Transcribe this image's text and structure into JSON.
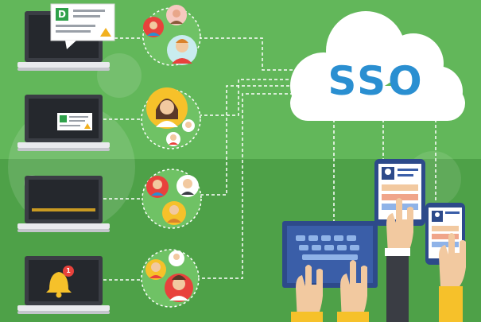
{
  "banner": {
    "cloud_label": "SSO",
    "doc_badge_letter": "D",
    "notification_count": "1",
    "colors": {
      "background_top": "#62b75a",
      "background_bottom": "#4ea148",
      "cloud": "#ffffff",
      "sso_text": "#2a8fd1",
      "laptop_body": "#3a3d44",
      "doc_badge": "#2fa14a",
      "warning": "#f2b01e",
      "bell": "#f6c12a",
      "alert": "#e8423c"
    },
    "icons": [
      "laptop-icon",
      "user-group-icon",
      "cloud-icon",
      "tablet-icon",
      "smartphone-icon",
      "keyboard-icon",
      "bell-icon",
      "warning-icon",
      "document-icon",
      "hand-icon"
    ]
  }
}
